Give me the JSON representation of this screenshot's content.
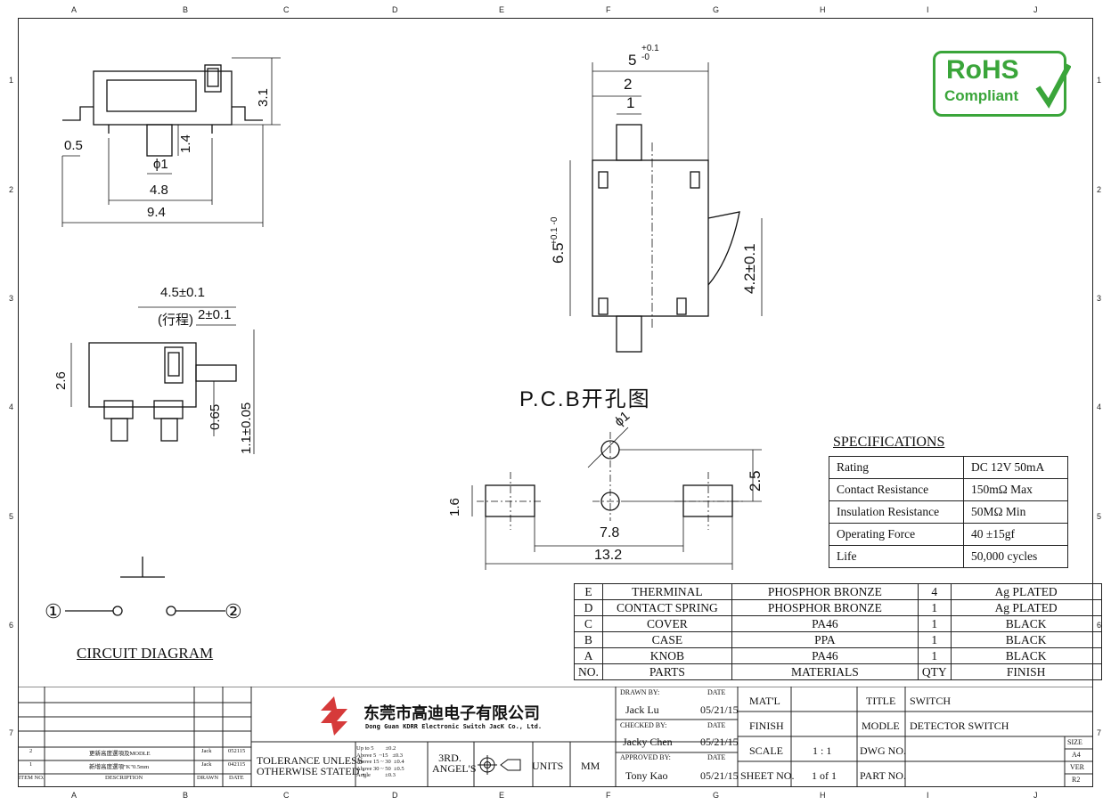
{
  "zones": {
    "columns": [
      "A",
      "B",
      "C",
      "D",
      "E",
      "F",
      "G",
      "H",
      "I",
      "J"
    ],
    "rows": [
      "1",
      "2",
      "3",
      "4",
      "5",
      "6",
      "7"
    ]
  },
  "top_view": {
    "dims": {
      "height_right": "3.1",
      "lead": "0.5",
      "pin_dia": "ϕ1",
      "pin_len": "1.4",
      "pin_span": "4.8",
      "overall": "9.4"
    }
  },
  "side_view": {
    "dims": {
      "stroke_total": "4.5±0.1",
      "stroke_note": "(行程)",
      "stroke": "2±0.1",
      "height": "2.6",
      "plunger": "0.65",
      "pin": "1.1±0.05"
    }
  },
  "front_view": {
    "dims": {
      "width": "5",
      "width_tol": "+0.1\n-0",
      "d2": "2",
      "d1": "1",
      "height": "6.5",
      "height_tol": "+0.1 -0",
      "knob": "4.2±0.1"
    }
  },
  "pcb": {
    "title": "P.C.B开孔图",
    "dims": {
      "hole": "ϕ1",
      "h": "2.5",
      "pad": "1.6",
      "inner": "7.8",
      "outer": "13.2"
    }
  },
  "circuit": {
    "title": "CIRCUIT DIAGRAM",
    "pin1": "①",
    "pin2": "②"
  },
  "rohs": {
    "line1": "RoHS",
    "line2": "Compliant",
    "color": "#3aa53a"
  },
  "specifications": {
    "title": "SPECIFICATIONS",
    "rows": [
      {
        "label": "Rating",
        "value": "DC 12V  50mA"
      },
      {
        "label": "Contact Resistance",
        "value": "150mΩ  Max"
      },
      {
        "label": "Insulation Resistance",
        "value": "50MΩ  Min"
      },
      {
        "label": "Operating Force",
        "value": "40 ±15gf"
      },
      {
        "label": "Life",
        "value": "50,000 cycles"
      }
    ]
  },
  "bom": {
    "rows": [
      {
        "no": "E",
        "part": "THERMINAL",
        "material": "PHOSPHOR BRONZE",
        "qty": "4",
        "finish": "Ag PLATED"
      },
      {
        "no": "D",
        "part": "CONTACT SPRING",
        "material": "PHOSPHOR BRONZE",
        "qty": "1",
        "finish": "Ag PLATED"
      },
      {
        "no": "C",
        "part": "COVER",
        "material": "PA46",
        "qty": "1",
        "finish": "BLACK"
      },
      {
        "no": "B",
        "part": "CASE",
        "material": "PPA",
        "qty": "1",
        "finish": "BLACK"
      },
      {
        "no": "A",
        "part": "KNOB",
        "material": "PA46",
        "qty": "1",
        "finish": "BLACK"
      }
    ],
    "header": {
      "no": "NO.",
      "part": "PARTS",
      "material": "MATERIALS",
      "qty": "QTY",
      "finish": "FINISH"
    }
  },
  "revisions": {
    "rows": [
      {
        "item": "2",
        "desc": "更新高度選項及MODLE",
        "drawn": "Jack",
        "date": "052115"
      },
      {
        "item": "1",
        "desc": "新增高度選項\"K\"0.5mm",
        "drawn": "Jack",
        "date": "042115"
      }
    ],
    "header": {
      "item": "ITEM NO.",
      "desc": "DESCRIPTION",
      "drawn": "DRAWN",
      "date": "DATE"
    }
  },
  "company": {
    "name_cn": "东莞市高迪电子有限公司",
    "name_en": "Dong Guan KDRR  Electronic Switch JacK Co., Ltd."
  },
  "tolerance": {
    "label1": "TOLERANCE UNLESS",
    "label2": "OTHERWISE STATED :",
    "lines": [
      "Up to 5        ±0.2",
      "Above 5  ~15   ±0.3",
      "Above 15 ~ 30  ±0.4",
      "Above 30 ~ 50  ±0.5",
      "Angle          ±0.3"
    ],
    "projection": "3RD. ANGEL'S",
    "units_label": "UNITS",
    "units": "MM"
  },
  "approvals": {
    "drawn_label": "DRAWN BY:",
    "drawn": "Jack  Lu",
    "drawn_date": "05/21/15",
    "checked_label": "CHECKED BY:",
    "checked": "Jacky Chen",
    "checked_date": "05/21/15",
    "approved_label": "APPROVED BY:",
    "approved": "Tony Kao",
    "approved_date": "05/21/15",
    "date_label": "DATE"
  },
  "titleblock": {
    "matl": "MAT'L",
    "finish": "FINISH",
    "scale": "SCALE",
    "scale_val": "1 : 1",
    "sheet": "SHEET NO.",
    "sheet_val": "1 of 1",
    "title": "TITLE",
    "title_val": "SWITCH",
    "modle": "MODLE",
    "modle_val": "DETECTOR SWITCH",
    "dwg": "DWG NO.",
    "part": "PART NO.",
    "size": "SIZE",
    "size_val": "A4",
    "ver": "VER",
    "ver_val": "R2"
  }
}
